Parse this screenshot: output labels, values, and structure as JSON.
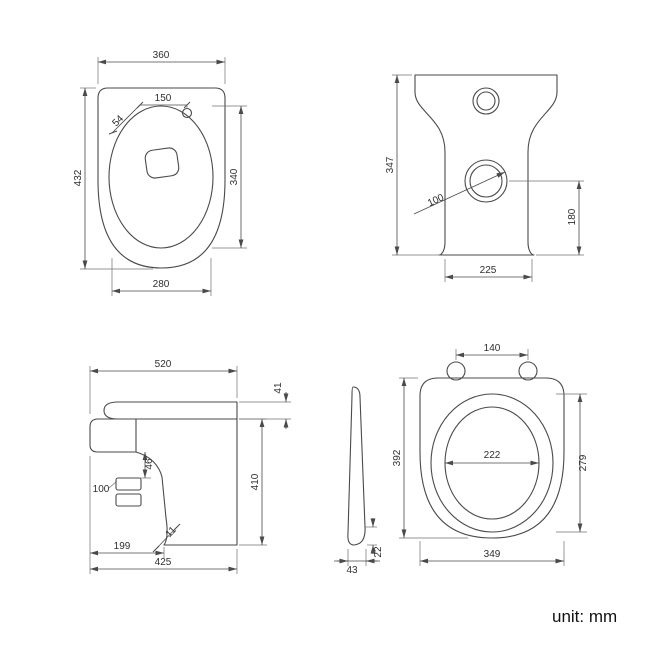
{
  "unit_label": "unit: mm",
  "views": {
    "top": {
      "dims": {
        "overall_width": "360",
        "overall_depth": "432",
        "bowl_depth": "340",
        "bowl_width": "280",
        "hole_offset": "150",
        "hole_diag": "54"
      }
    },
    "back": {
      "dims": {
        "overall_height": "347",
        "outlet_height": "180",
        "base_width": "225",
        "outlet_diameter": "100"
      }
    },
    "side": {
      "dims": {
        "overall_depth": "520",
        "seat_thickness": "41",
        "rim_detail": "46",
        "overall_height": "410",
        "fixing_detail": "100",
        "base_offset": "199",
        "base_depth": "425",
        "gap": "11"
      }
    },
    "seat": {
      "dims": {
        "hinge_spacing": "140",
        "seat_depth": "392",
        "opening_width": "222",
        "opening_depth": "279",
        "seat_width": "349",
        "profile_width": "43",
        "profile_edge": "22"
      }
    }
  }
}
